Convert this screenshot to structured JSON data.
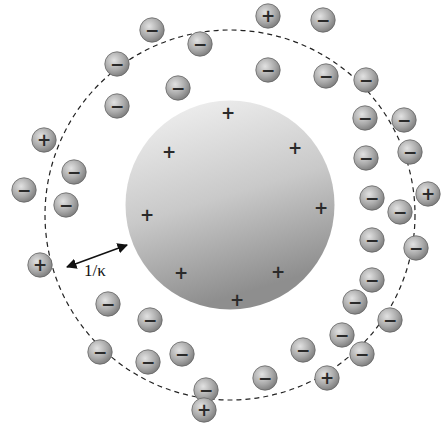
{
  "diagram": {
    "nodes": [
      {
        "text": [
          "+",
          "+",
          "+",
          "+",
          "+",
          "+",
          "+",
          "+"
        ]
      },
      {
        "text": [
          "−"
        ]
      },
      {
        "text": [
          "−"
        ]
      },
      {
        "text": [
          "+"
        ]
      },
      {
        "text": [
          "−"
        ]
      },
      {
        "text": [
          "−"
        ]
      },
      {
        "text": [
          "−"
        ]
      },
      {
        "text": [
          "−"
        ]
      },
      {
        "text": [
          "−"
        ]
      },
      {
        "text": [
          "−"
        ]
      },
      {
        "text": [
          "−"
        ]
      },
      {
        "text": [
          "−"
        ]
      },
      {
        "text": [
          "−"
        ]
      },
      {
        "text": [
          "+"
        ]
      },
      {
        "text": [
          "−"
        ]
      },
      {
        "text": [
          "−"
        ]
      },
      {
        "text": [
          "−"
        ]
      },
      {
        "text": [
          "−"
        ]
      },
      {
        "text": [
          "−"
        ]
      },
      {
        "text": [
          "+"
        ]
      },
      {
        "text": [
          "−"
        ]
      },
      {
        "text": [
          "−"
        ]
      },
      {
        "text": [
          "−"
        ]
      },
      {
        "text": [
          "−"
        ]
      },
      {
        "text": [
          "−"
        ]
      },
      {
        "text": [
          "+"
        ]
      },
      {
        "text": [
          "−"
        ]
      },
      {
        "text": [
          "−"
        ]
      },
      {
        "text": [
          "−"
        ]
      },
      {
        "text": [
          "−"
        ]
      },
      {
        "text": [
          "−"
        ]
      },
      {
        "text": [
          "−"
        ]
      },
      {
        "text": [
          "−"
        ]
      },
      {
        "text": [
          "−"
        ]
      },
      {
        "text": [
          "−"
        ]
      },
      {
        "text": [
          "−"
        ]
      },
      {
        "text": [
          "−"
        ]
      },
      {
        "text": [
          "+"
        ]
      },
      {
        "text": [
          "−"
        ]
      },
      {
        "text": [
          "+"
        ]
      }
    ],
    "labels": [
      "1/κ"
    ]
  }
}
